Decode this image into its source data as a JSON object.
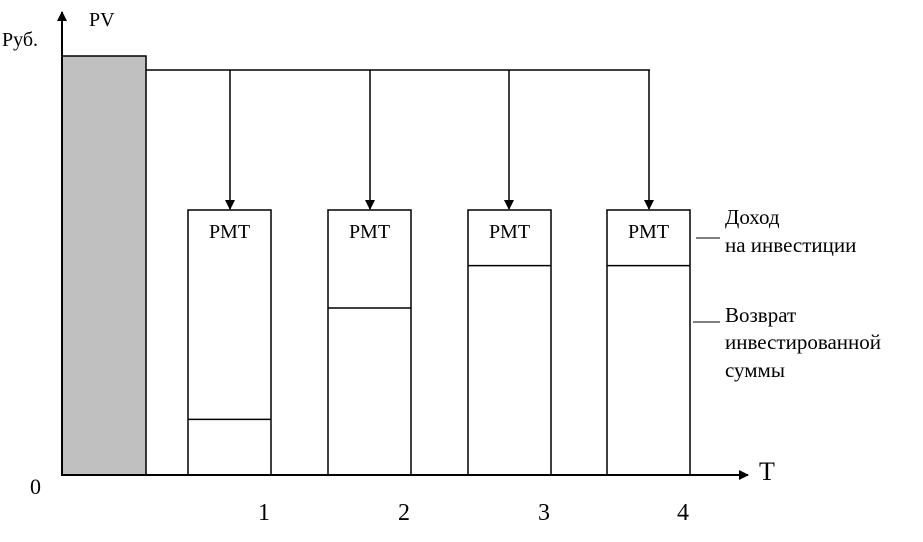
{
  "axes": {
    "y_unit": "Руб.",
    "y_label": "PV",
    "x_label": "T",
    "origin": "0"
  },
  "bars": [
    {
      "period": "1",
      "label": "PMT",
      "income_share": 0.79
    },
    {
      "period": "2",
      "label": "PMT",
      "income_share": 0.37
    },
    {
      "period": "3",
      "label": "PMT",
      "income_share": 0.21
    },
    {
      "period": "4",
      "label": "PMT",
      "income_share": 0.21
    }
  ],
  "legend": {
    "income": [
      "Доход",
      "на инвестиции"
    ],
    "return": [
      "Возврат",
      "инвестированной",
      "суммы"
    ]
  },
  "colors": {
    "pv_fill": "#c0c0c0",
    "line": "#000000",
    "background": "#ffffff"
  }
}
